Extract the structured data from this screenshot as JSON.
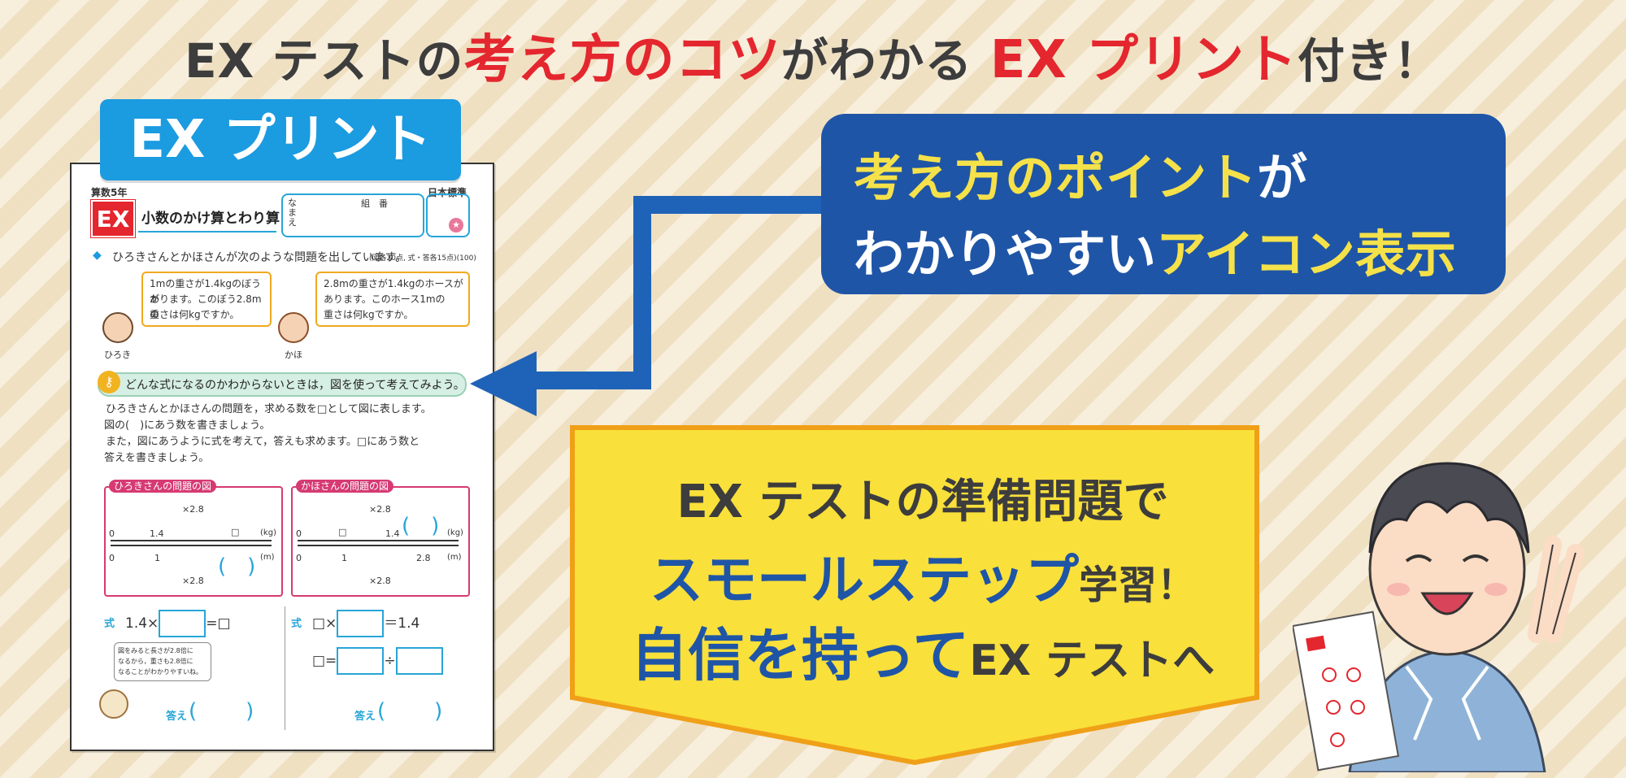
{
  "headline": {
    "part1": "EX テストの",
    "part2": "考え方のコツ",
    "part3": "がわかる",
    "part4": "EX プリント",
    "part5": "付き！"
  },
  "print_tab": "EX プリント",
  "worksheet": {
    "subject": "算数5年",
    "publisher": "日本標準",
    "logo": "EX",
    "unit_title": "小数のかけ算とわり算",
    "name_label": "なまえ",
    "class_label": "組　番",
    "score_icon": "★",
    "instruction": "ひろきさんとかほさんが次のような問題を出しています。",
    "score_note": "(図各20点, 式・答各15点)(100)",
    "hiroki_q": [
      "1mの重さが1.4kgのぼうが",
      "あります。このぼう2.8mの",
      "重さは何kgですか。"
    ],
    "kaho_q": [
      "2.8mの重さが1.4kgのホースが",
      "あります。このホース1mの",
      "重さは何kgですか。"
    ],
    "hiroki_name": "ひろき",
    "kaho_name": "かほ",
    "key_icon": "⚷",
    "hint": "どんな式になるのかわからないときは，図を使って考えてみよう。",
    "body": [
      "ひろきさんとかほさんの問題を，求める数を□として図に表します。",
      "図の(　)にあう数を書きましょう。",
      "また，図にあうように式を考えて，答えも求めます。□にあう数と",
      "答えを書きましょう。"
    ],
    "fig1_title": "ひろきさんの問題の図",
    "fig2_title": "かほさんの問題の図",
    "fig1": {
      "top": [
        "0",
        "1.4",
        "□"
      ],
      "bottom": [
        "0",
        "1"
      ],
      "mult": "×2.8",
      "unit_kg": "(kg)",
      "unit_m": "(m)"
    },
    "fig2": {
      "top": [
        "0",
        "□",
        "1.4"
      ],
      "bottom": [
        "0",
        "1",
        "2.8"
      ],
      "mult": "×2.8",
      "unit_kg": "(kg)",
      "unit_m": "(m)"
    },
    "eq_label": "式",
    "eq1": {
      "a": "1.4×",
      "b": "=□"
    },
    "eq2a": {
      "a": "□×",
      "b": "＝1.4"
    },
    "eq2b": {
      "a": "□=",
      "b": "÷"
    },
    "cat_hint": [
      "図をみると長さが2.8倍に",
      "なるから，重さも2.8倍に",
      "なることがわかりやすいね。"
    ],
    "answer_label": "答え"
  },
  "blue_box": {
    "line1_a": "考え方のポイント",
    "line1_b": "が",
    "line2_a": "わかりやすい",
    "line2_b": "アイコン表示"
  },
  "banner": {
    "line1": "EX テストの準備問題で",
    "line2_a": "スモールステップ",
    "line2_b": "学習！",
    "line3_a": "自信を持って",
    "line3_b": "EX テストへ"
  },
  "colors": {
    "red": "#e4262e",
    "blue": "#1f55a6",
    "yellow": "#f9e03a",
    "cyan": "#1b9be0"
  }
}
